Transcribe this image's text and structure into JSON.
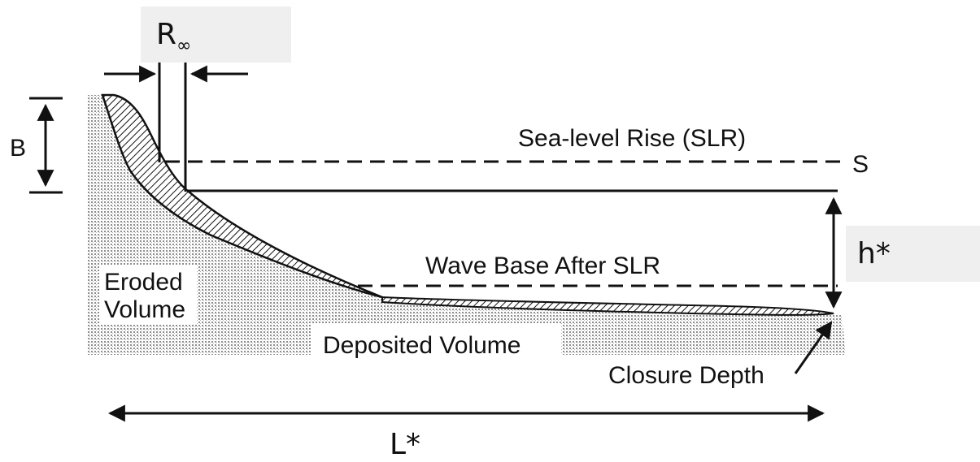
{
  "labels": {
    "r_inf_main": "R",
    "r_inf_sub": "∞",
    "b": "B",
    "s": "S",
    "sea_level_rise": "Sea-level Rise (SLR)",
    "h_star": "h*",
    "wave_base": "Wave Base After SLR",
    "eroded_line1": "Eroded",
    "eroded_line2": "Volume",
    "deposited": "Deposited Volume",
    "closure_depth": "Closure Depth",
    "l_star": "L*"
  },
  "colors": {
    "ink": "#111111",
    "label_box": "#efefef",
    "stipple": "#9a9a9a"
  }
}
